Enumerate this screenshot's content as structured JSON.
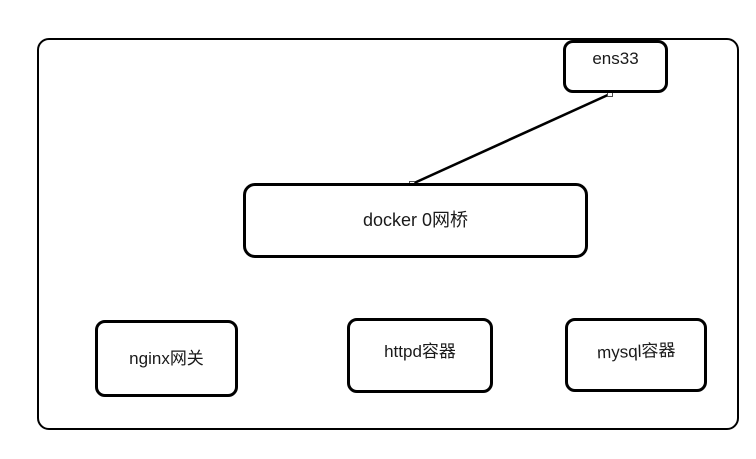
{
  "diagram": {
    "nodes": [
      {
        "id": "ens33",
        "label": "ens33"
      },
      {
        "id": "docker0-bridge",
        "label": "docker 0网桥"
      },
      {
        "id": "nginx-gateway",
        "label": "nginx网关"
      },
      {
        "id": "httpd-container",
        "label": "httpd容器"
      },
      {
        "id": "mysql-container",
        "label": "mysql容器"
      }
    ],
    "edges": [
      {
        "from": "ens33",
        "to": "docker0-bridge",
        "style": "straight-line-with-endpoint-handles"
      }
    ],
    "colors": {
      "canvas_bg": "#ffffff",
      "node_fill": "#ffffff",
      "node_border": "#000000",
      "host_border": "#000000",
      "connector": "#000000",
      "endpoint_handle_fill": "#ffffff",
      "endpoint_handle_stroke": "#4d4d4d",
      "label_text": "#1a1a1a"
    }
  }
}
